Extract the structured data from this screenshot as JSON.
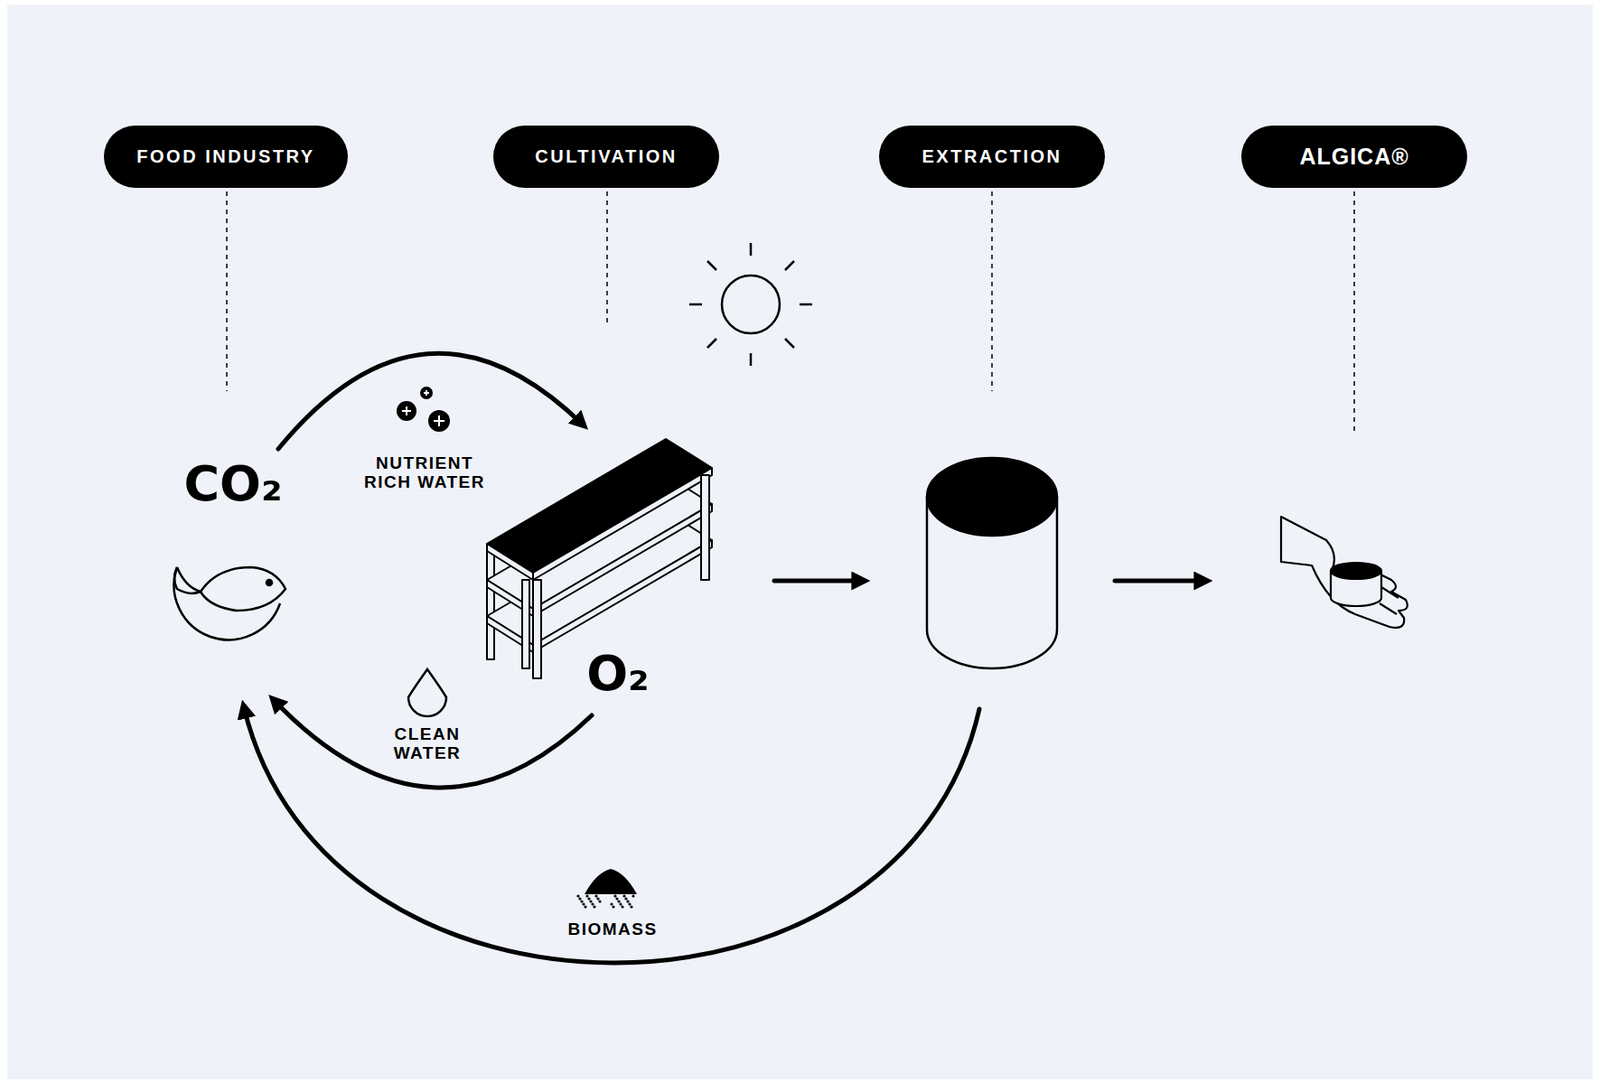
{
  "diagram": {
    "nodes": [
      {
        "text": [
          "FOOD INDUSTRY"
        ]
      },
      {
        "text": [
          "CULTIVATION"
        ]
      },
      {
        "text": [
          "EXTRACTION"
        ]
      },
      {
        "text": [
          "ALGICA®"
        ]
      }
    ],
    "labels": [
      "CO₂",
      "NUTRIENT RICH WATER",
      "O₂",
      "CLEAN WATER",
      "BIOMASS"
    ]
  }
}
